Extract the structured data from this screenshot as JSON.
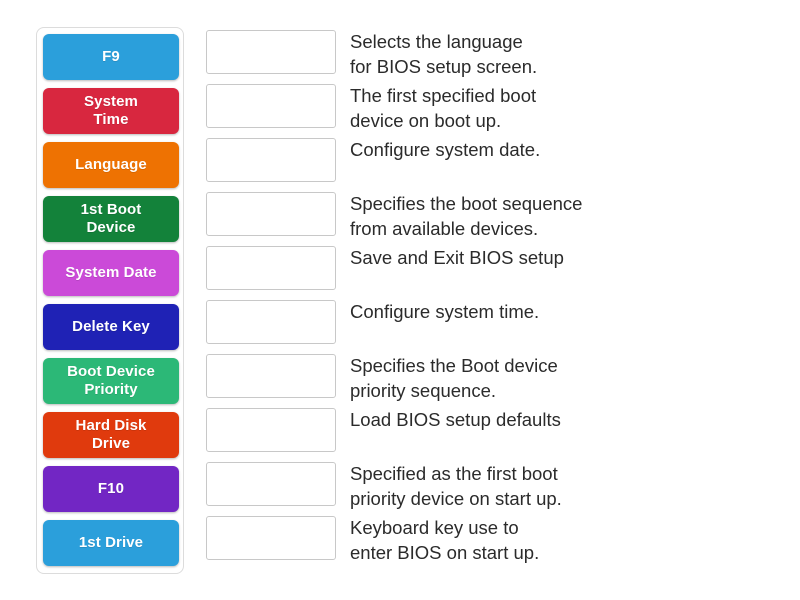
{
  "activity": {
    "type": "match-up-drag-and-drop",
    "tiles": [
      {
        "label": "F9",
        "color": "#2b9fdb",
        "lines": 1
      },
      {
        "label": "System\nTime",
        "color": "#d8273f",
        "lines": 2
      },
      {
        "label": "Language",
        "color": "#ee7202",
        "lines": 1
      },
      {
        "label": "1st Boot\nDevice",
        "color": "#13823a",
        "lines": 2
      },
      {
        "label": "System Date",
        "color": "#cb4ad8",
        "lines": 1
      },
      {
        "label": "Delete Key",
        "color": "#1f22b5",
        "lines": 1
      },
      {
        "label": "Boot Device\nPriority",
        "color": "#2cb877",
        "lines": 2
      },
      {
        "label": "Hard Disk\nDrive",
        "color": "#e03a0d",
        "lines": 2
      },
      {
        "label": "F10",
        "color": "#7226c4",
        "lines": 1
      },
      {
        "label": "1st Drive",
        "color": "#2b9fdb",
        "lines": 1
      }
    ],
    "rows": [
      {
        "answer": "",
        "description": "Selects the language\nfor BIOS setup screen."
      },
      {
        "answer": "",
        "description": "The first specified boot\ndevice on boot up."
      },
      {
        "answer": "",
        "description": "Configure system date."
      },
      {
        "answer": "",
        "description": "Specifies the boot sequence\nfrom available devices."
      },
      {
        "answer": "",
        "description": "Save and Exit BIOS setup"
      },
      {
        "answer": "",
        "description": "Configure system time."
      },
      {
        "answer": "",
        "description": "Specifies the Boot device\npriority sequence."
      },
      {
        "answer": "",
        "description": "Load BIOS setup defaults"
      },
      {
        "answer": "",
        "description": "Specified as the first boot\npriority device on start up."
      },
      {
        "answer": "",
        "description": "Keyboard key use to\nenter BIOS on start up."
      }
    ],
    "colors": {
      "page_background": "#ffffff",
      "panel_border": "#dcdcdc",
      "dropzone_border": "#c8c8c8",
      "description_text": "#2b2b2b",
      "tile_text": "#ffffff"
    }
  }
}
